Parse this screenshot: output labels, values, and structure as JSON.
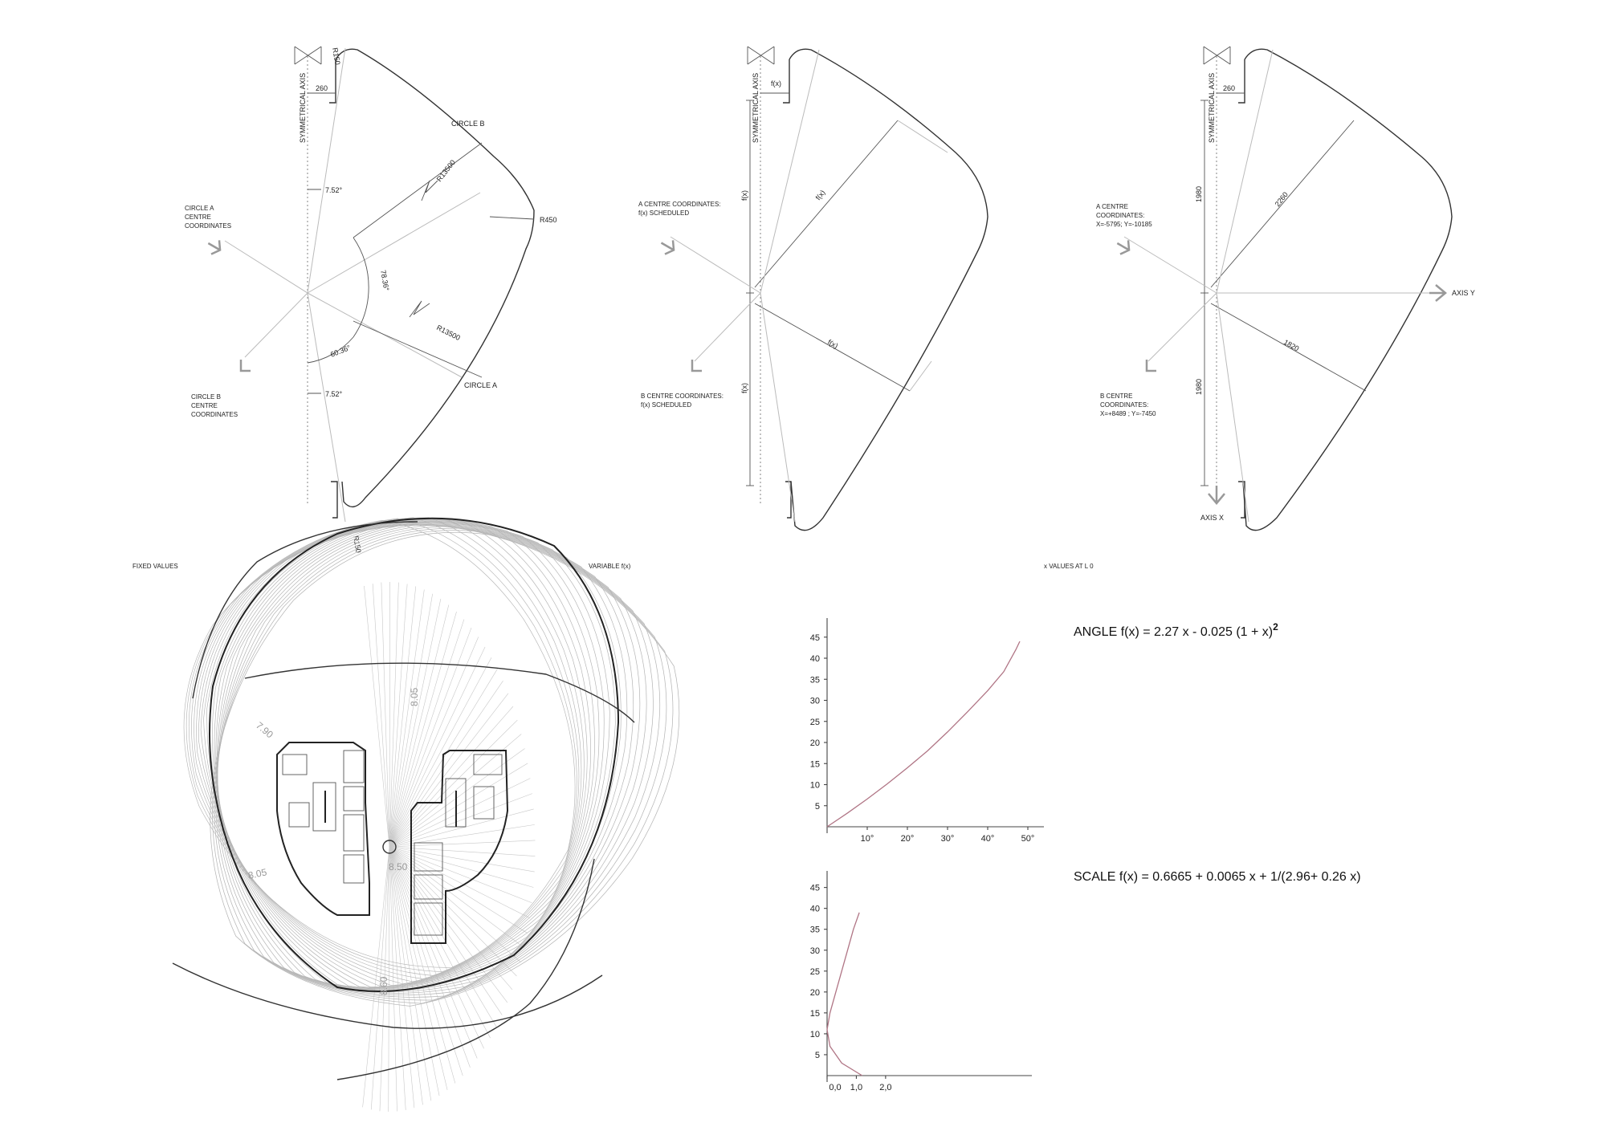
{
  "panel1": {
    "caption": "FIXED VALUES",
    "symmetrical_axis": "SYMMETRICAL AXIS",
    "r150_top": "R150",
    "r150_bottom": "R150",
    "r450": "R450",
    "dim_260": "260",
    "circle_b": "CIRCLE B",
    "circle_a": "CIRCLE A",
    "r13500_top": "R13500",
    "r13500_bottom": "R13500",
    "angle_top": "7.52°",
    "angle_bottom": "7.52°",
    "angle_78": "78.36°",
    "angle_60": "60.36°",
    "circle_a_centre": [
      "CIRCLE A",
      "CENTRE",
      "COORDINATES"
    ],
    "circle_b_centre": [
      "CIRCLE B",
      "CENTRE",
      "COORDINATES"
    ]
  },
  "panel2": {
    "caption": "VARIABLE f(x)",
    "symmetrical_axis": "SYMMETRICAL AXIS",
    "fx_top": "f(x)",
    "fx_left_upper": "f(x)",
    "fx_left_lower": "f(x)",
    "fx_diag_upper": "f(x)",
    "fx_diag_lower": "f(x)",
    "a_centre": [
      "A CENTRE COORDINATES:",
      "f(x) SCHEDULED"
    ],
    "b_centre": [
      "B CENTRE COORDINATES:",
      "f(x) SCHEDULED"
    ]
  },
  "panel3": {
    "caption": "x VALUES AT L 0",
    "symmetrical_axis": "SYMMETRICAL AXIS",
    "dim_260": "260",
    "dim_1980_upper": "1980",
    "dim_1980_lower": "1980",
    "dim_2260": "2260",
    "dim_1820": "1820",
    "axis_y": "AXIS Y",
    "axis_x": "AXIS X",
    "a_centre": [
      "A CENTRE",
      "COORDINATES:",
      "X=-5795; Y=-10185"
    ],
    "b_centre": [
      "B CENTRE",
      "COORDINATES:",
      "X=+8489 ; Y=-7450"
    ]
  },
  "plan": {
    "dims": [
      "8.05",
      "7.90",
      "8.05",
      "8.50",
      "8.60"
    ]
  },
  "formulas": {
    "angle": "ANGLE f(x) = 2.27 x - 0.025 (1 + x)",
    "angle_exp": "2",
    "scale": "SCALE f(x) = 0.6665 + 0.0065 x + 1/(2.96+ 0.26 x)"
  },
  "chart_data": [
    {
      "type": "line",
      "name": "angle",
      "x_tick_labels": [
        "10°",
        "20°",
        "30°",
        "40°",
        "50°"
      ],
      "y_tick_labels": [
        "5",
        "10",
        "15",
        "20",
        "25",
        "30",
        "35",
        "40",
        "45"
      ],
      "xlim": [
        0,
        52
      ],
      "ylim": [
        0,
        48
      ],
      "x_ticks": [
        10,
        20,
        30,
        40,
        50
      ],
      "y_ticks": [
        5,
        10,
        15,
        20,
        25,
        30,
        35,
        40,
        45
      ],
      "points": [
        [
          0,
          0
        ],
        [
          5,
          3.2
        ],
        [
          10,
          6.6
        ],
        [
          15,
          10.2
        ],
        [
          20,
          14.0
        ],
        [
          25,
          18.0
        ],
        [
          30,
          22.5
        ],
        [
          35,
          27.3
        ],
        [
          40,
          32.3
        ],
        [
          44,
          36.8
        ],
        [
          47,
          42
        ],
        [
          48,
          44
        ]
      ],
      "color": "#b07585"
    },
    {
      "type": "line",
      "name": "scale",
      "x_tick_labels": [
        "0,0",
        "1,0",
        "2,0"
      ],
      "y_tick_labels": [
        "5",
        "10",
        "15",
        "20",
        "25",
        "30",
        "35",
        "40",
        "45"
      ],
      "xlim": [
        0,
        7
      ],
      "ylim": [
        0,
        48
      ],
      "x_ticks": [
        0,
        1,
        2
      ],
      "y_ticks": [
        5,
        10,
        15,
        20,
        25,
        30,
        35,
        40,
        45
      ],
      "points": [
        [
          1.2,
          0
        ],
        [
          0.5,
          3
        ],
        [
          0.1,
          7
        ],
        [
          0.0,
          11
        ],
        [
          0.1,
          15
        ],
        [
          0.3,
          20
        ],
        [
          0.5,
          25
        ],
        [
          0.7,
          30
        ],
        [
          0.9,
          35
        ],
        [
          1.1,
          39
        ]
      ],
      "color": "#b07585"
    }
  ]
}
